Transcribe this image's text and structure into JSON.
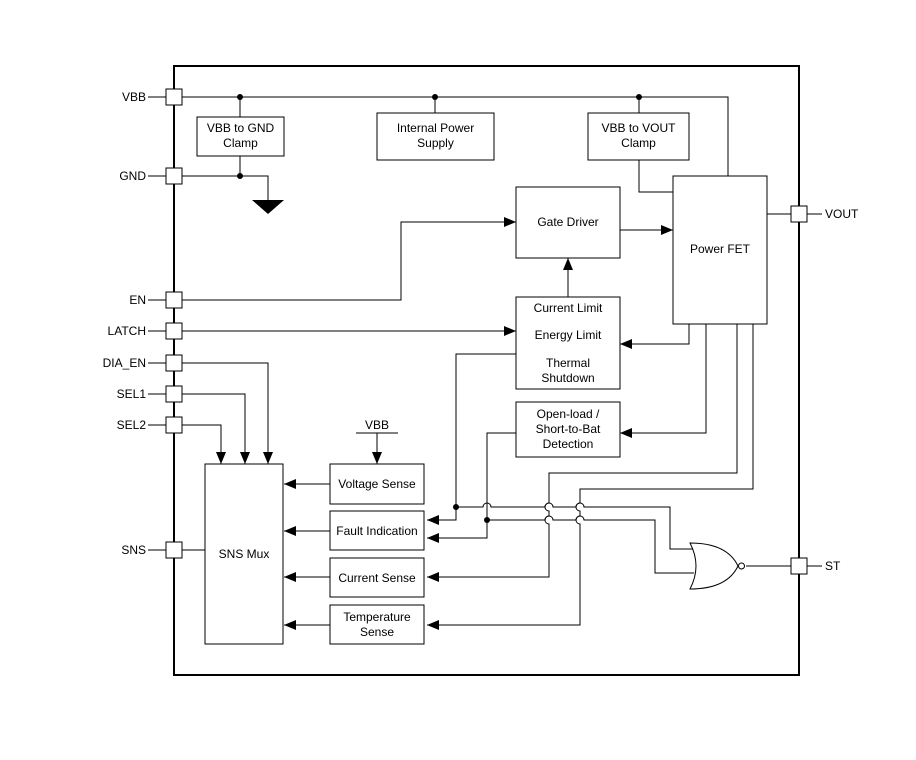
{
  "pins": {
    "vbb": "VBB",
    "gnd": "GND",
    "en": "EN",
    "latch": "LATCH",
    "dia_en": "DIA_EN",
    "sel1": "SEL1",
    "sel2": "SEL2",
    "sns": "SNS",
    "vout": "VOUT",
    "st": "ST"
  },
  "blocks": {
    "vbb_gnd_clamp": [
      "VBB to GND",
      "Clamp"
    ],
    "internal_power_supply": [
      "Internal Power",
      "Supply"
    ],
    "vbb_vout_clamp": [
      "VBB to VOUT",
      "Clamp"
    ],
    "gate_driver": "Gate Driver",
    "power_fet": "Power FET",
    "current_limit": "Current Limit",
    "energy_limit": "Energy Limit",
    "thermal_shutdown": [
      "Thermal",
      "Shutdown"
    ],
    "open_load": [
      "Open-load /",
      "Short-to-Bat",
      "Detection"
    ],
    "voltage_sense": "Voltage Sense",
    "vbb_ref": "VBB",
    "fault_indication": "Fault Indication",
    "current_sense": "Current Sense",
    "temperature_sense": [
      "Temperature",
      "Sense"
    ],
    "sns_mux": "SNS Mux"
  },
  "icons": [
    "ground-icon",
    "nor-gate-icon",
    "arrowhead-icon",
    "junction-dot-icon",
    "wire-crossover-icon"
  ]
}
